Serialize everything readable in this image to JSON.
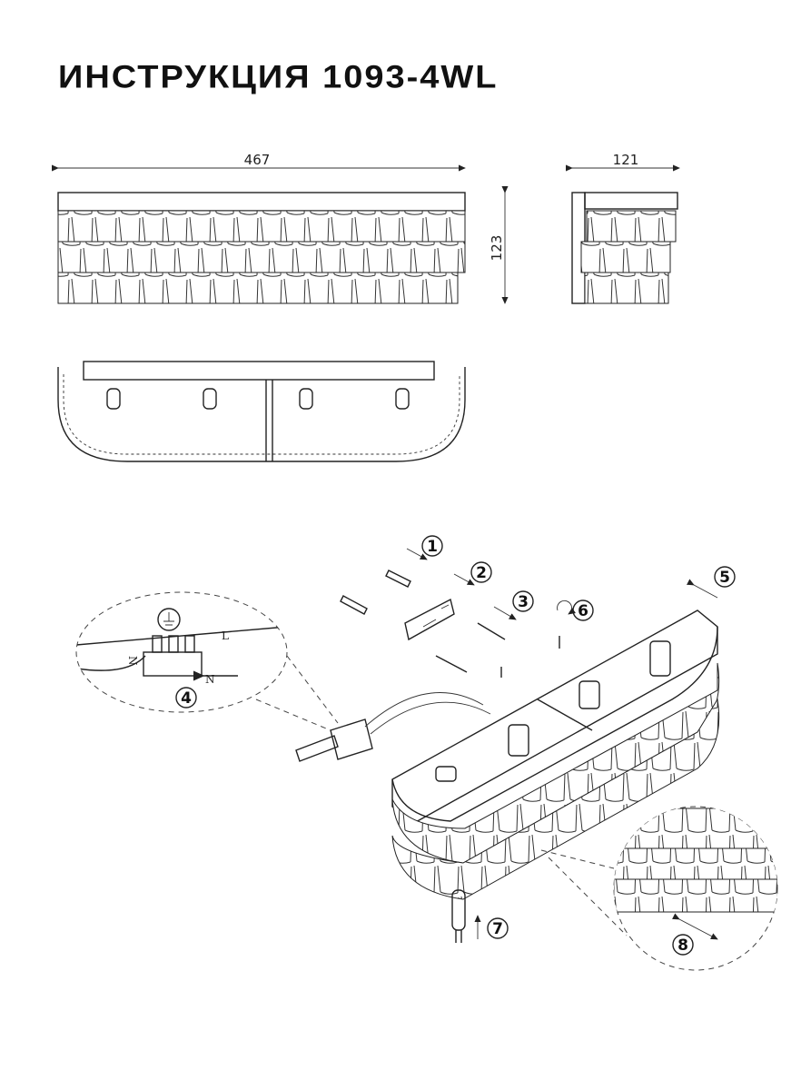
{
  "title": "ИНСТРУКЦИЯ 1093-4WL",
  "dimensions": {
    "width": "467",
    "depth": "121",
    "height": "123"
  },
  "steps": [
    "1",
    "2",
    "3",
    "4",
    "5",
    "6",
    "7",
    "8"
  ],
  "wiring_labels": {
    "live": "L",
    "neutral": "N",
    "neutral_mark": "N"
  }
}
